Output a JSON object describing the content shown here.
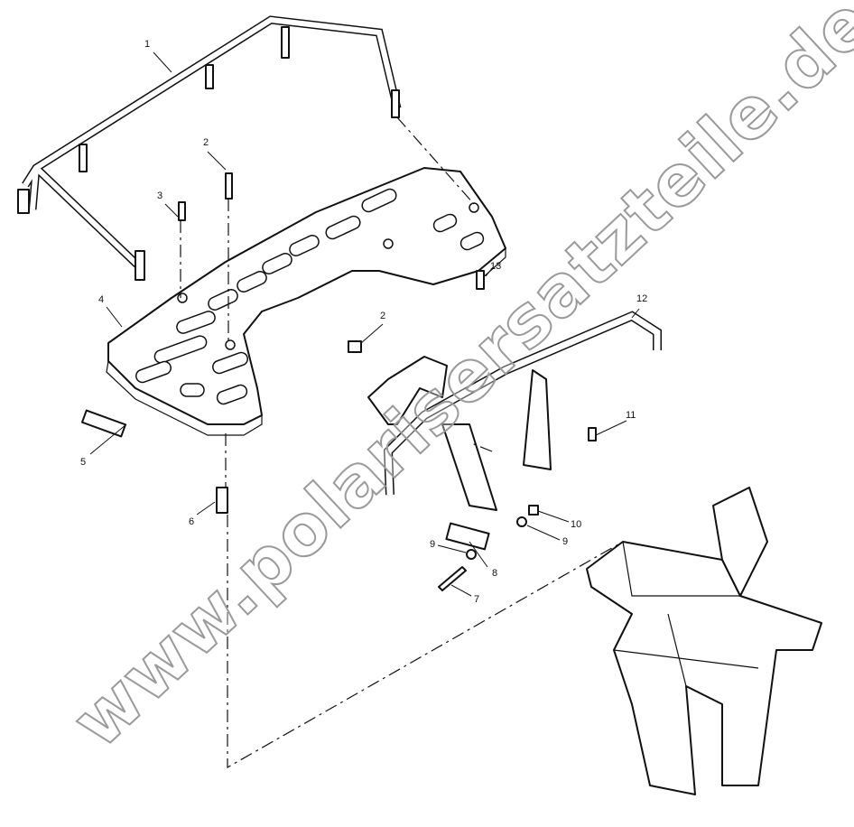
{
  "diagram": {
    "callouts": {
      "c1": "1",
      "c2a": "2",
      "c3": "3",
      "c4": "4",
      "c5": "5",
      "c6": "6",
      "c2b": "2",
      "c13": "13",
      "c12": "12",
      "c11": "11",
      "c10": "10",
      "c9a": "9",
      "c9b": "9",
      "c8": "8",
      "c7": "7"
    },
    "watermark": "www.polarisersatzteile.de"
  }
}
